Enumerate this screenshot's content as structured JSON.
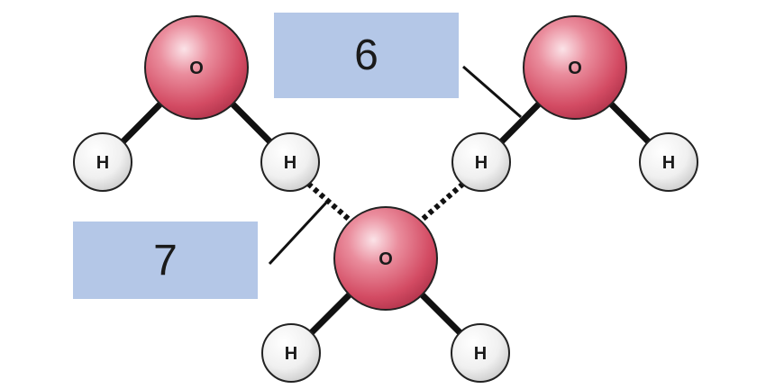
{
  "labels": {
    "box_6": "6",
    "box_7": "7"
  },
  "molecules": [
    {
      "oxygen": "O",
      "hydrogens": [
        "H",
        "H"
      ]
    },
    {
      "oxygen": "O",
      "hydrogens": [
        "H",
        "H"
      ]
    },
    {
      "oxygen": "O",
      "hydrogens": [
        "H",
        "H"
      ]
    }
  ],
  "colors": {
    "oxygen": "#d9536a",
    "hydrogen": "#ececec",
    "label_box": "#b4c7e7"
  }
}
